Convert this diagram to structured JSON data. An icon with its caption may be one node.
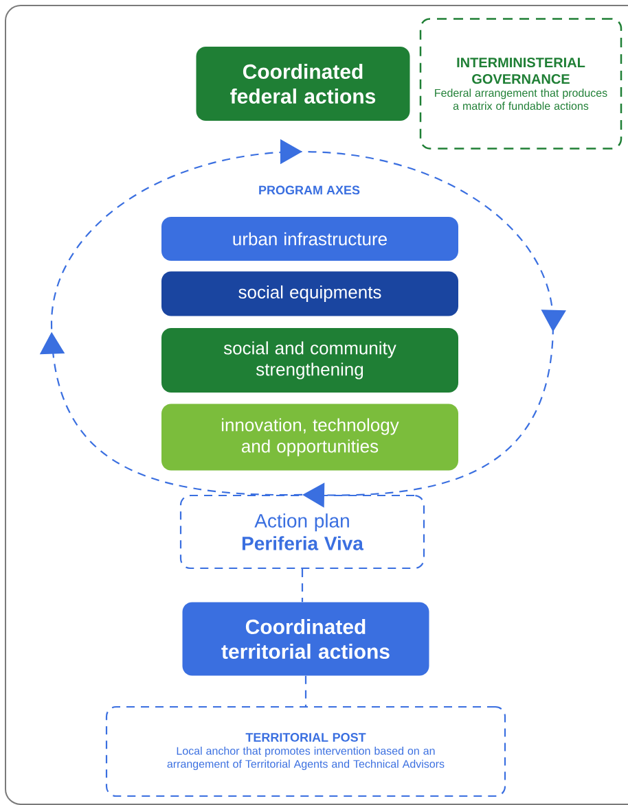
{
  "diagram": {
    "nodes": [
      {
        "text": [
          "Coordinated federal actions"
        ]
      },
      {
        "text": [
          "INTERMINISTERIAL GOVERNANCE",
          "Federal arrangement that produces a matrix of fundable actions"
        ]
      },
      {
        "text": [
          "urban infrastructure"
        ]
      },
      {
        "text": [
          "social equipments"
        ]
      },
      {
        "text": [
          "social and community strengthening"
        ]
      },
      {
        "text": [
          "innovation, technology and opportunities"
        ]
      },
      {
        "text": [
          "Action plan",
          "Periferia Viva"
        ]
      },
      {
        "text": [
          "Coordinated territorial actions"
        ]
      },
      {
        "text": [
          "TERRITORIAL POST",
          "Local anchor that promotes intervention based on an arrangement of Territorial Agents and Technical Advisors"
        ]
      }
    ],
    "edges": [
      {
        "from": 6,
        "to": 6,
        "arrow": "to",
        "style": "dashed"
      },
      {
        "from": 6,
        "to": 7,
        "arrow": "none",
        "style": "dashed"
      },
      {
        "from": 7,
        "to": 8,
        "arrow": "none",
        "style": "dashed"
      }
    ],
    "labels": [
      "PROGRAM AXES"
    ]
  }
}
